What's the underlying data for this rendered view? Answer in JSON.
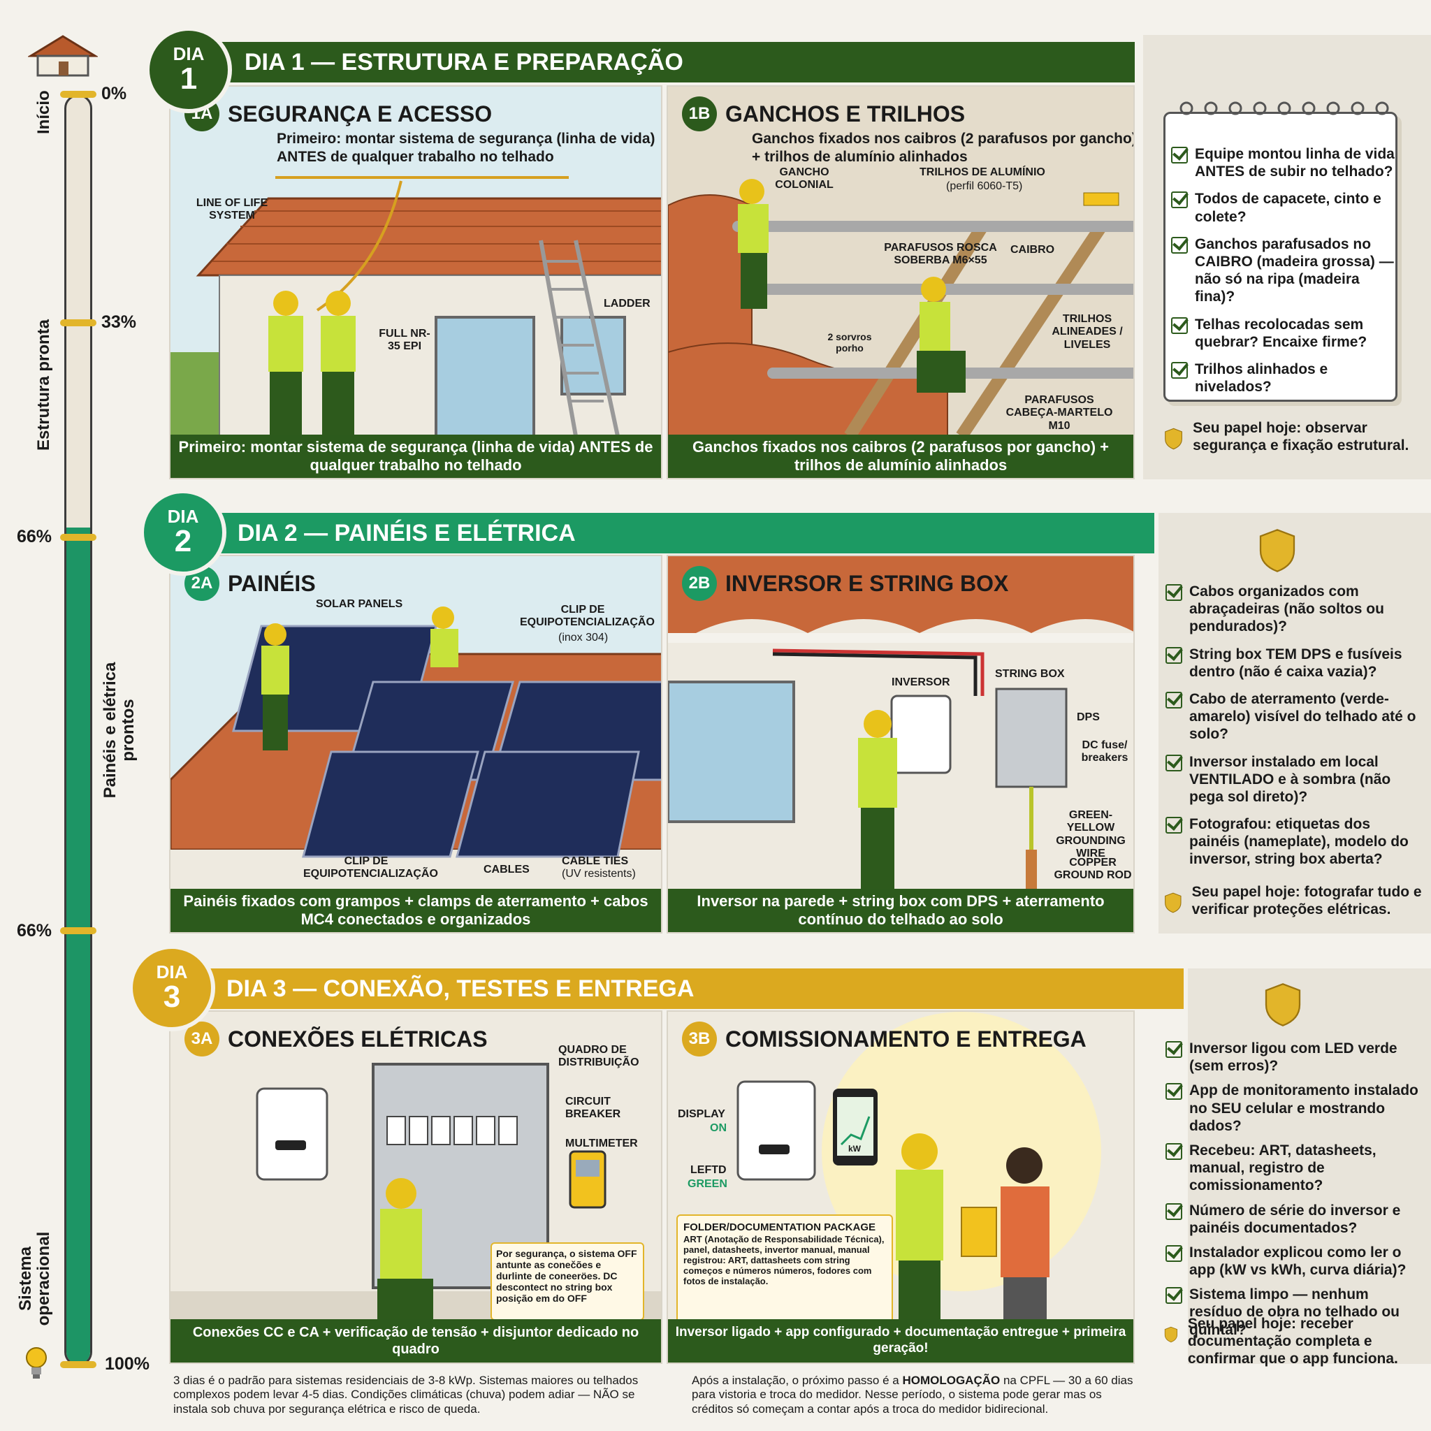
{
  "progress": {
    "fill_fraction": 0.66,
    "markers": [
      "0%",
      "33%",
      "66%",
      "66%",
      "100%"
    ],
    "stages": [
      "Início",
      "Estrutura pronta",
      "Painéis e elétrica prontos",
      "Sistema operacional"
    ]
  },
  "colors": {
    "day1": "#2c5a1c",
    "day2": "#1c9a63",
    "day3": "#dba91f"
  },
  "day1": {
    "label": "DIA",
    "num": "1",
    "title": "DIA 1 — ESTRUTURA E PREPARAÇÃO",
    "panelA": {
      "badge": "1A",
      "title": "SEGURANÇA E ACESSO",
      "subtitle": "Primeiro: montar sistema de segurança (linha de vida) ANTES de qualquer trabalho no telhado",
      "labels": {
        "lifeline": "LINE OF LIFE SYSTEM",
        "ladder": "LADDER",
        "epi": "FULL NR-35 EPI"
      },
      "caption": "Primeiro: montar sistema de segurança (linha de vida) ANTES de qualquer trabalho no telhado"
    },
    "panelB": {
      "badge": "1B",
      "title": "GANCHOS E TRILHOS",
      "subtitle": "Ganchos fixados nos caibros (2 parafusos por gancho) + trilhos de alumínio alinhados",
      "labels": {
        "gancho": "GANCHO COLONIAL",
        "trilhos": "TRILHOS DE ALUMÍNIO",
        "perfil": "(perfil 6060-T5)",
        "parafusos_rosca": "PARAFUSOS ROSCA SOBERBA M6×55",
        "caibro": "CAIBRO",
        "sorvos": "2 sorvros porho",
        "trilhos_alinhados": "TRILHOS ALINEADES / LIVELES",
        "parafusos_martelo": "PARAFUSOS CABEÇA-MARTELO M10"
      },
      "caption": "Ganchos fixados nos caibros (2 parafusos por gancho) + trilhos de alumínio alinhados"
    },
    "checklist": [
      "Equipe montou linha de vida ANTES de subir no telhado?",
      "Todos de capacete, cinto e colete?",
      "Ganchos parafusados no CAIBRO (madeira grossa) — não só na ripa (madeira fina)?",
      "Telhas recolocadas sem quebrar? Encaixe firme?",
      "Trilhos alinhados e nivelados?"
    ],
    "role": "Seu papel hoje: observar segurança e fixação estrutural."
  },
  "day2": {
    "label": "DIA",
    "num": "2",
    "title": "DIA 2 — PAINÉIS E ELÉTRICA",
    "panelA": {
      "badge": "2A",
      "title": "PAINÉIS",
      "labels": {
        "solar": "SOLAR PANELS",
        "clip_top": "CLIP DE EQUIPOTENCIALIZAÇÃO",
        "inox": "(inox 304)",
        "clip_bottom": "CLIP DE EQUIPOTENCIALIZAÇÃO",
        "cables": "CABLES",
        "ties": "CABLE TIES",
        "uv": "(UV resistents)"
      },
      "caption": "Painéis fixados com grampos + clamps de aterramento + cabos MC4 conectados e organizados"
    },
    "panelB": {
      "badge": "2B",
      "title": "INVERSOR E STRING BOX",
      "labels": {
        "inversor": "INVERSOR",
        "stringbox": "STRING BOX",
        "dps": "DPS",
        "fuse": "DC fuse/ breakers",
        "wire": "GREEN-YELLOW GROUNDING WIRE",
        "rod": "COPPER GROUND ROD"
      },
      "caption": "Inversor na parede + string box com DPS + aterramento contínuo do telhado ao solo"
    },
    "checklist": [
      "Cabos organizados com abraçadeiras (não soltos ou pendurados)?",
      "String box TEM DPS e fusíveis dentro (não é caixa vazia)?",
      "Cabo de aterramento (verde-amarelo) visível do telhado até o solo?",
      "Inversor instalado em local VENTILADO e à sombra (não pega sol direto)?",
      "Fotografou: etiquetas dos painéis (nameplate), modelo do inversor, string box aberta?"
    ],
    "role": "Seu papel hoje: fotografar tudo e verificar proteções elétricas."
  },
  "day3": {
    "label": "DIA",
    "num": "3",
    "title": "DIA 3 — CONEXÃO, TESTES E ENTREGA",
    "panelA": {
      "badge": "3A",
      "title": "CONEXÕES ELÉTRICAS",
      "labels": {
        "quadro": "QUADRO DE DISTRIBUIÇÃO",
        "breaker": "CIRCUIT BREAKER",
        "multimeter": "MULTIMETER",
        "note": "Por segurança, o sistema OFF antunte as conečões e durlinte de coneeröes. DC descontect no string box posição em do OFF"
      },
      "caption": "Conexões CC e CA + verificação de tensão + disjuntor dedicado no quadro"
    },
    "panelB": {
      "badge": "3B",
      "title": "COMISSIONAMENTO E ENTREGA",
      "labels": {
        "display": "DISPLAY",
        "on": "ON",
        "leftd": "LEFTD",
        "green": "GREEN",
        "kw": "kW",
        "folder_title": "FOLDER/DOCUMENTATION PACKAGE",
        "folder_body": "ART (Anotação de Responsabilidade Técnica), panel, datasheets, invertor manual, manual registrou: ART, dattasheets com string começos e números números, fodores com fotos de instalação."
      },
      "caption": "Inversor ligado + app configurado + documentação entregue + primeira geração!"
    },
    "checklist": [
      "Inversor ligou com LED verde (sem erros)?",
      "App de monitoramento instalado no SEU celular e mostrando dados?",
      "Recebeu: ART, datasheets, manual, registro de comissionamento?",
      "Número de série do inversor e painéis documentados?",
      "Instalador explicou como ler o app (kW vs kWh, curva diária)?",
      "Sistema limpo — nenhum resíduo de obra no telhado ou quintal?"
    ],
    "role": "Seu papel hoje: receber documentação completa e confirmar que o app funciona."
  },
  "footer": {
    "left": "3 dias é o padrão para sistemas residenciais de 3-8 kWp. Sistemas maiores ou telhados complexos podem levar 4-5 dias. Condições climáticas (chuva) podem adiar — NÃO se instala sob chuva por segurança elétrica e risco de queda.",
    "right_pre": "Após a instalação, o próximo passo é a ",
    "right_bold": "HOMOLOGAÇÃO",
    "right_post": " na CPFL — 30 a 60 dias para vistoria e troca do medidor. Nesse período, o sistema pode gerar mas os créditos só começam a contar após a troca do medidor bidirecional."
  }
}
